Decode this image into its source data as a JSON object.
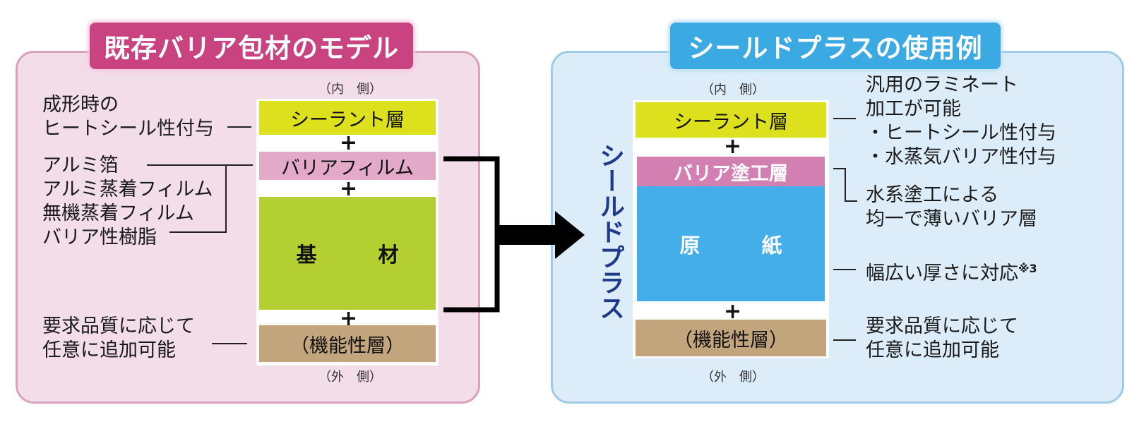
{
  "left": {
    "title": "既存バリア包材のモデル",
    "inner_label": "（内　側）",
    "outer_label": "（外　側）",
    "layers": {
      "sealant": "シーラント層",
      "barrier_film": "バリアフィルム",
      "base": "基　　　材",
      "functional": "（機能性層）"
    },
    "plus": "+",
    "notes": {
      "heat_seal": [
        "成形時の",
        "ヒートシール性付与"
      ],
      "barrier_options": [
        "アルミ箔",
        "アルミ蒸着フィルム",
        "無機蒸着フィルム",
        "バリア性樹脂"
      ],
      "optional": [
        "要求品質に応じて",
        "任意に追加可能"
      ]
    }
  },
  "right": {
    "title": "シールドプラスの使用例",
    "vertical_label": "シールドプラス",
    "inner_label": "（内　側）",
    "outer_label": "（外　側）",
    "layers": {
      "sealant": "シーラント層",
      "barrier_coat": "バリア塗工層",
      "base_paper": "原　　　紙",
      "functional": "（機能性層）"
    },
    "plus": "+",
    "notes": {
      "laminate": [
        "汎用のラミネート",
        "加工が可能",
        "・ヒートシール性付与",
        "・水蒸気バリア性付与"
      ],
      "aqueous": [
        "水系塗工による",
        "均一で薄いバリア層"
      ],
      "thickness": "幅広い厚さに対応",
      "thickness_ref": "※3",
      "optional": [
        "要求品質に応じて",
        "任意に追加可能"
      ]
    }
  },
  "colors": {
    "left_title_bg": "#c8437f",
    "right_title_bg": "#3ba9e2",
    "sealant": "#dde01c",
    "barrier_film": "#e2a9c8",
    "base": "#b4cf32",
    "functional": "#c2a57c",
    "barrier_coat": "#d27fb2",
    "base_paper": "#43aee9",
    "vertical_label": "#1f3a8a"
  }
}
